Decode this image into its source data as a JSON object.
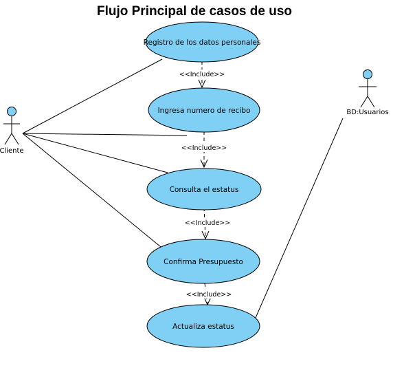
{
  "title": "Flujo Principal de casos de uso",
  "colors": {
    "usecase_fill": "#7fd0f4",
    "actor_head": "#7fd0f4",
    "line": "#000000",
    "background": "#ffffff"
  },
  "actors": [
    {
      "id": "cliente",
      "label": "Cliente"
    },
    {
      "id": "bd_usuarios",
      "label": "BD:Usuarios"
    }
  ],
  "use_cases": [
    {
      "id": "uc1",
      "label": "Registro de los datos personales"
    },
    {
      "id": "uc2",
      "label": "Ingresa numero de recibo"
    },
    {
      "id": "uc3",
      "label": "Consulta el estatus"
    },
    {
      "id": "uc4",
      "label": "Confirma Presupuesto"
    },
    {
      "id": "uc5",
      "label": "Actualiza estatus"
    }
  ],
  "include_label": "<<Include>>",
  "relations": {
    "includes": [
      {
        "from": "uc1",
        "to": "uc2"
      },
      {
        "from": "uc2",
        "to": "uc3"
      },
      {
        "from": "uc3",
        "to": "uc4"
      },
      {
        "from": "uc4",
        "to": "uc5"
      }
    ],
    "associations": [
      {
        "actor": "cliente",
        "use_case": "uc1"
      },
      {
        "actor": "cliente",
        "use_case": "uc2"
      },
      {
        "actor": "cliente",
        "use_case": "uc3"
      },
      {
        "actor": "cliente",
        "use_case": "uc4"
      },
      {
        "actor": "bd_usuarios",
        "use_case": "uc5"
      }
    ]
  }
}
